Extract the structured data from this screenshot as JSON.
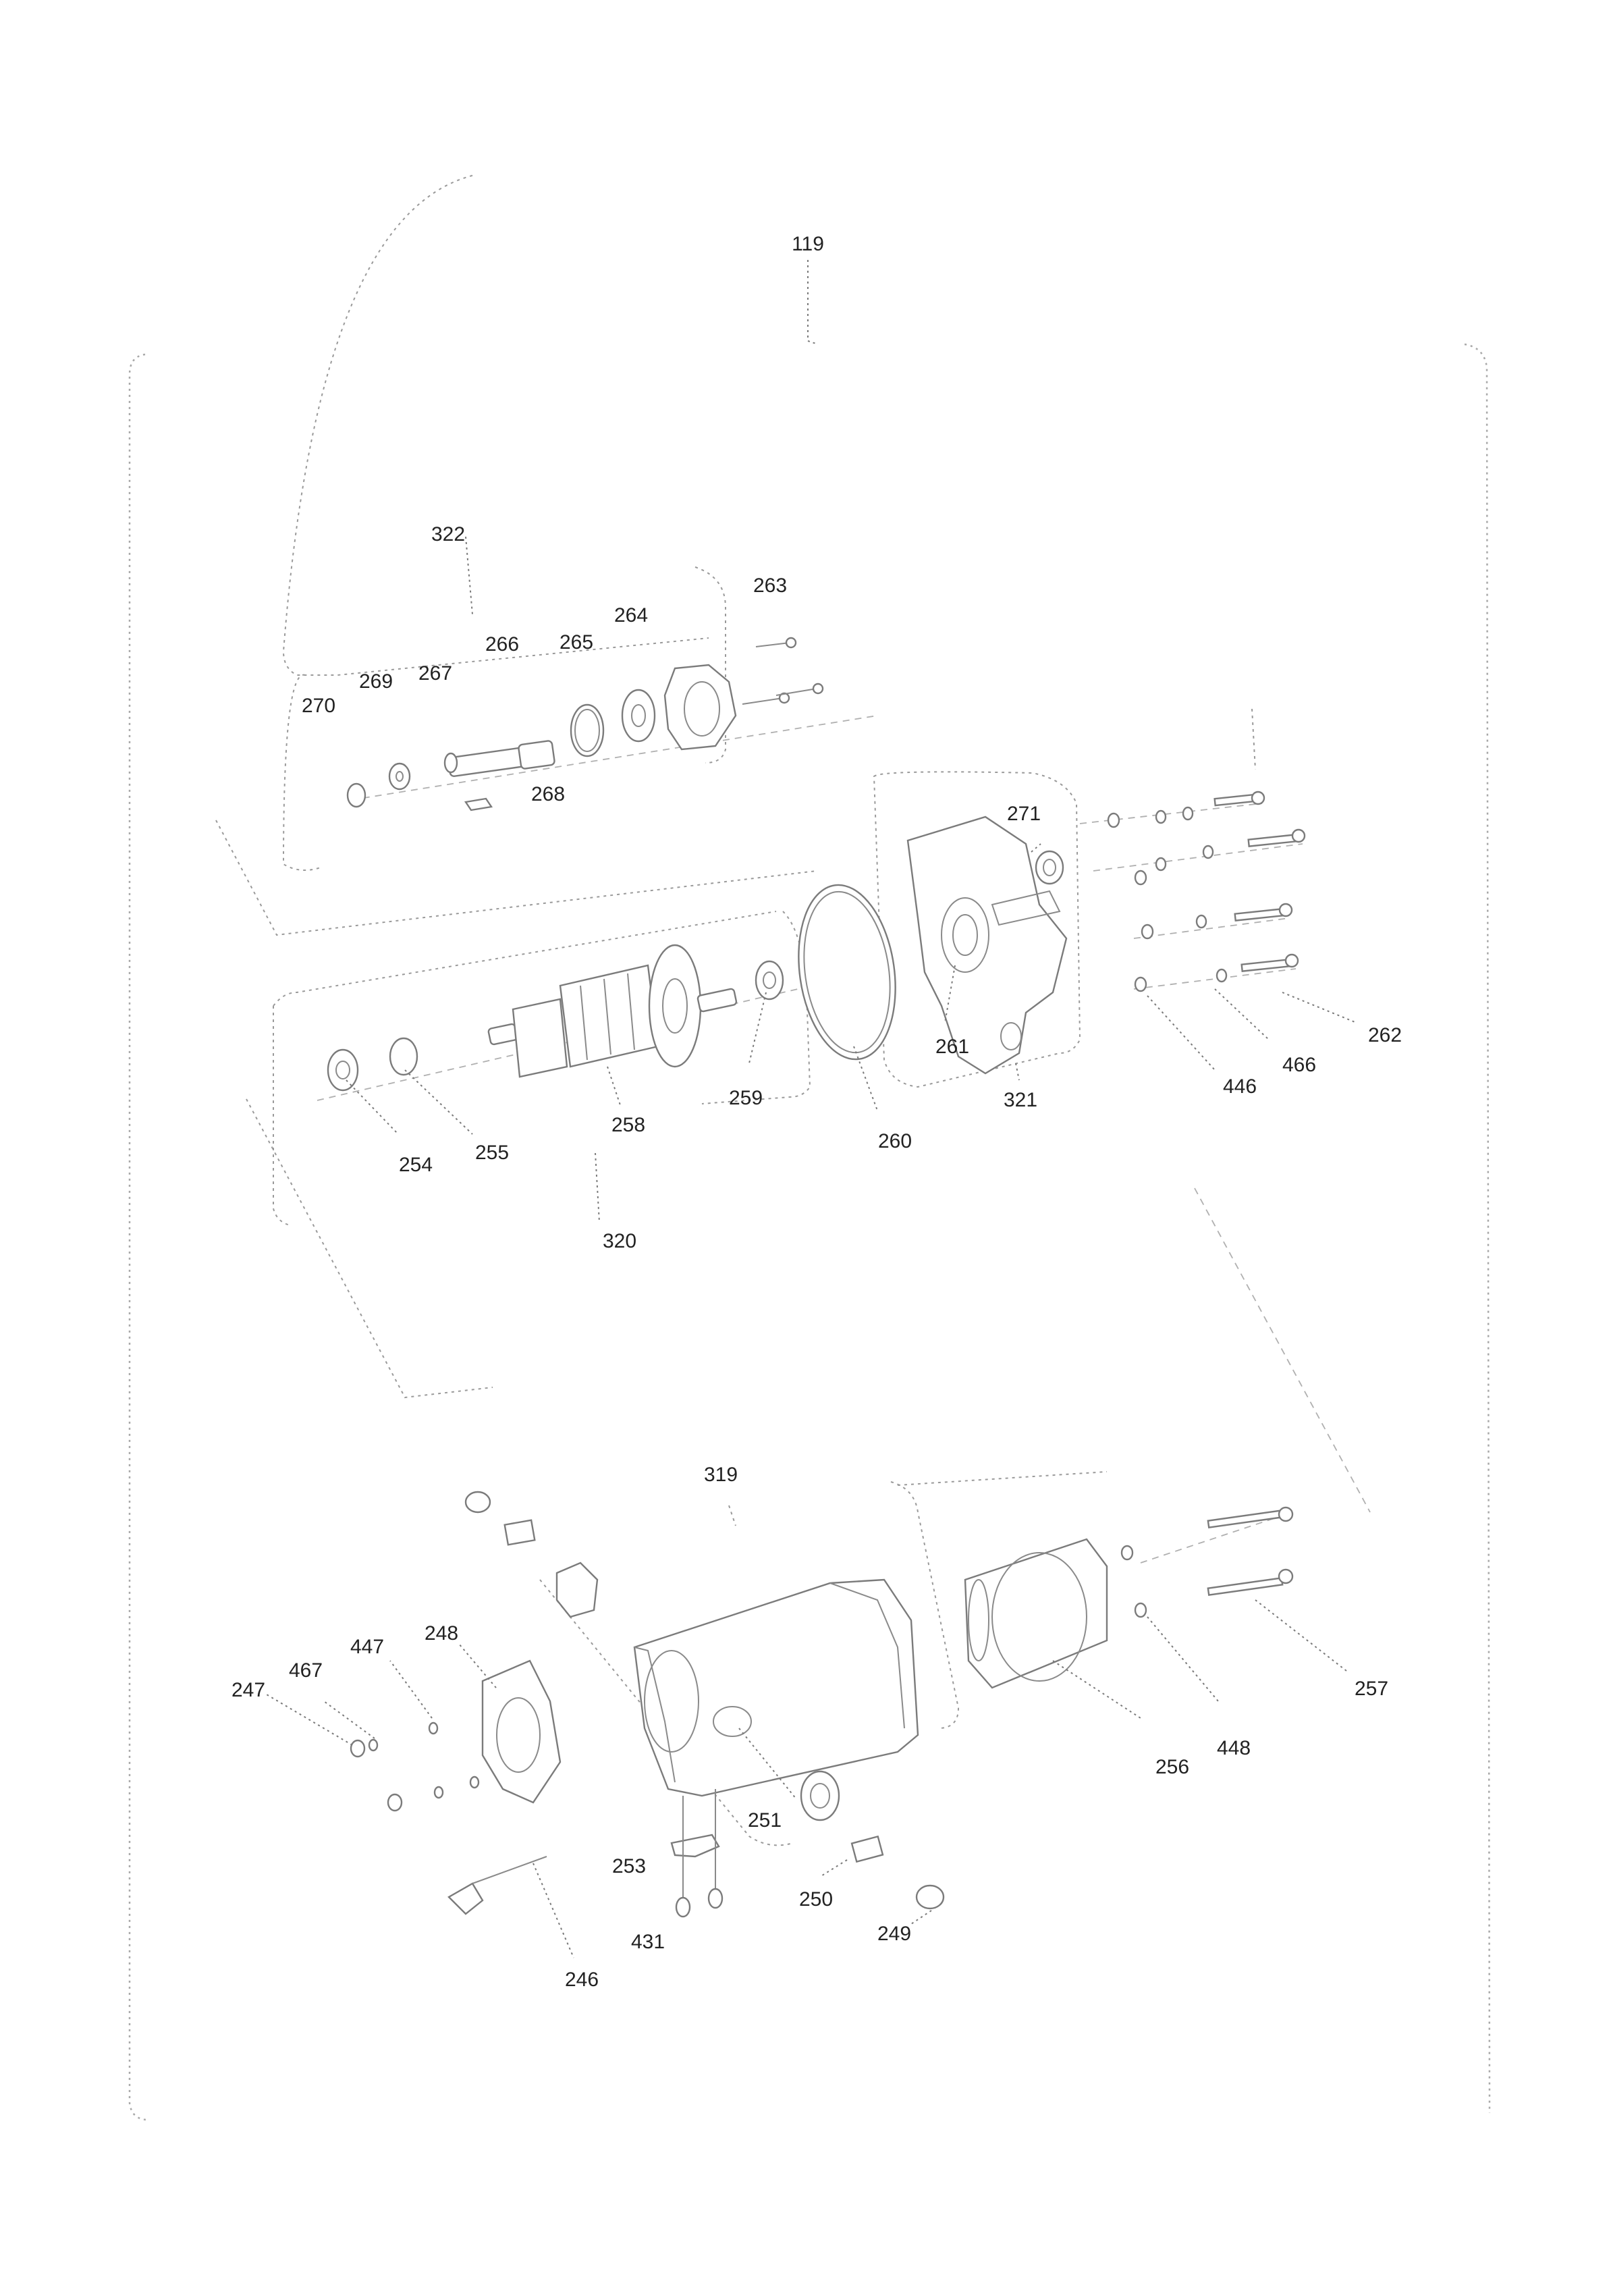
{
  "diagram": {
    "assembly_callout": "119",
    "labels": [
      {
        "id": "119",
        "text": "119"
      },
      {
        "id": "322",
        "text": "322"
      },
      {
        "id": "263",
        "text": "263"
      },
      {
        "id": "264",
        "text": "264"
      },
      {
        "id": "266",
        "text": "266"
      },
      {
        "id": "265",
        "text": "265"
      },
      {
        "id": "267",
        "text": "267"
      },
      {
        "id": "269",
        "text": "269"
      },
      {
        "id": "270",
        "text": "270"
      },
      {
        "id": "268",
        "text": "268"
      },
      {
        "id": "271",
        "text": "271"
      },
      {
        "id": "261",
        "text": "261"
      },
      {
        "id": "262",
        "text": "262"
      },
      {
        "id": "466",
        "text": "466"
      },
      {
        "id": "446",
        "text": "446"
      },
      {
        "id": "321",
        "text": "321"
      },
      {
        "id": "260",
        "text": "260"
      },
      {
        "id": "259",
        "text": "259"
      },
      {
        "id": "258",
        "text": "258"
      },
      {
        "id": "255",
        "text": "255"
      },
      {
        "id": "254",
        "text": "254"
      },
      {
        "id": "320",
        "text": "320"
      },
      {
        "id": "319",
        "text": "319"
      },
      {
        "id": "257",
        "text": "257"
      },
      {
        "id": "448",
        "text": "448"
      },
      {
        "id": "256",
        "text": "256"
      },
      {
        "id": "247",
        "text": "247"
      },
      {
        "id": "467",
        "text": "467"
      },
      {
        "id": "447",
        "text": "447"
      },
      {
        "id": "248",
        "text": "248"
      },
      {
        "id": "251",
        "text": "251"
      },
      {
        "id": "253",
        "text": "253"
      },
      {
        "id": "250",
        "text": "250"
      },
      {
        "id": "249",
        "text": "249"
      },
      {
        "id": "431",
        "text": "431"
      },
      {
        "id": "246",
        "text": "246"
      }
    ]
  }
}
